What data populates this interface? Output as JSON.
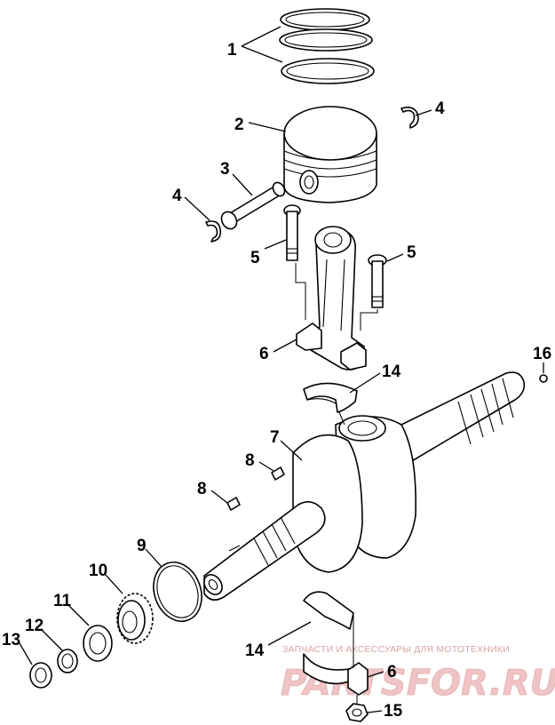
{
  "diagram": {
    "callouts": [
      {
        "id": "c1",
        "text": "1"
      },
      {
        "id": "c2",
        "text": "2"
      },
      {
        "id": "c3",
        "text": "3"
      },
      {
        "id": "c4a",
        "text": "4"
      },
      {
        "id": "c4b",
        "text": "4"
      },
      {
        "id": "c5a",
        "text": "5"
      },
      {
        "id": "c5b",
        "text": "5"
      },
      {
        "id": "c6a",
        "text": "6"
      },
      {
        "id": "c6b",
        "text": "6"
      },
      {
        "id": "c7",
        "text": "7"
      },
      {
        "id": "c8a",
        "text": "8"
      },
      {
        "id": "c8b",
        "text": "8"
      },
      {
        "id": "c9",
        "text": "9"
      },
      {
        "id": "c10",
        "text": "10"
      },
      {
        "id": "c11",
        "text": "11"
      },
      {
        "id": "c12",
        "text": "12"
      },
      {
        "id": "c13",
        "text": "13"
      },
      {
        "id": "c14a",
        "text": "14"
      },
      {
        "id": "c14b",
        "text": "14"
      },
      {
        "id": "c15",
        "text": "15"
      },
      {
        "id": "c16",
        "text": "16"
      }
    ]
  },
  "watermark": {
    "tagline": "ЗАПЧАСТИ И АКСЕССУАРЫ ДЛЯ МОТОТЕХНИКИ",
    "logo": "PARTSFOR.RU"
  }
}
